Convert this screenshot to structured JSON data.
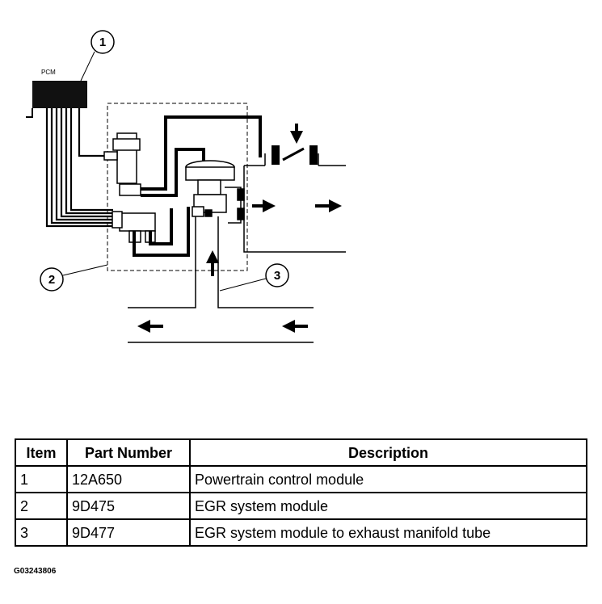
{
  "diagram": {
    "pcm_label": "PCM",
    "callouts": [
      "1",
      "2",
      "3"
    ]
  },
  "table": {
    "headers": [
      "Item",
      "Part Number",
      "Description"
    ],
    "rows": [
      [
        "1",
        "12A650",
        "Powertrain control module"
      ],
      [
        "2",
        "9D475",
        "EGR system module"
      ],
      [
        "3",
        "9D477",
        "EGR system module to exhaust manifold tube"
      ]
    ]
  },
  "figure_code": "G03243806"
}
